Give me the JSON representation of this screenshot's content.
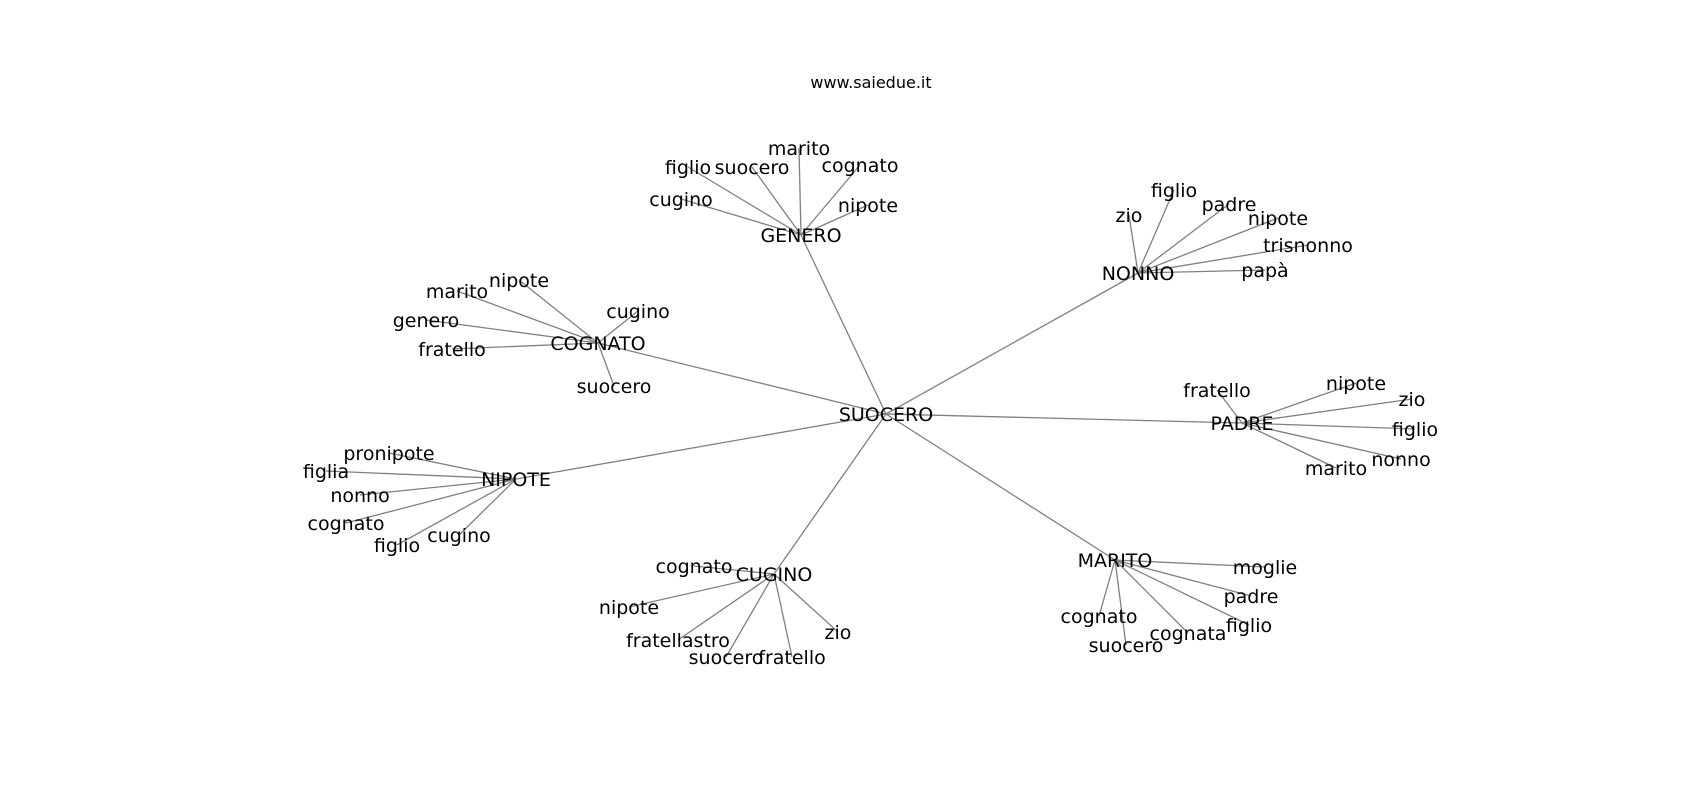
{
  "title": "www.saiedue.it",
  "root": "SUOCERO",
  "groups": [
    {
      "hub": "GENERO",
      "leaves": [
        "figlio",
        "suocero",
        "marito",
        "cognato",
        "nipote",
        "cugino"
      ]
    },
    {
      "hub": "NONNO",
      "leaves": [
        "zio",
        "figlio",
        "padre",
        "nipote",
        "trisnonno",
        "papà"
      ]
    },
    {
      "hub": "COGNATO",
      "leaves": [
        "marito",
        "nipote",
        "genero",
        "fratello",
        "cugino",
        "suocero"
      ]
    },
    {
      "hub": "PADRE",
      "leaves": [
        "fratello",
        "nipote",
        "zio",
        "figlio",
        "nonno",
        "marito"
      ]
    },
    {
      "hub": "NIPOTE",
      "leaves": [
        "pronipote",
        "figlia",
        "nonno",
        "cognato",
        "figlio",
        "cugino"
      ]
    },
    {
      "hub": "CUGINO",
      "leaves": [
        "cognato",
        "nipote",
        "fratellastro",
        "suocero",
        "fratello",
        "zio"
      ]
    },
    {
      "hub": "MARITO",
      "leaves": [
        "moglie",
        "padre",
        "figlio",
        "cognato",
        "suocero",
        "cognata"
      ]
    }
  ]
}
